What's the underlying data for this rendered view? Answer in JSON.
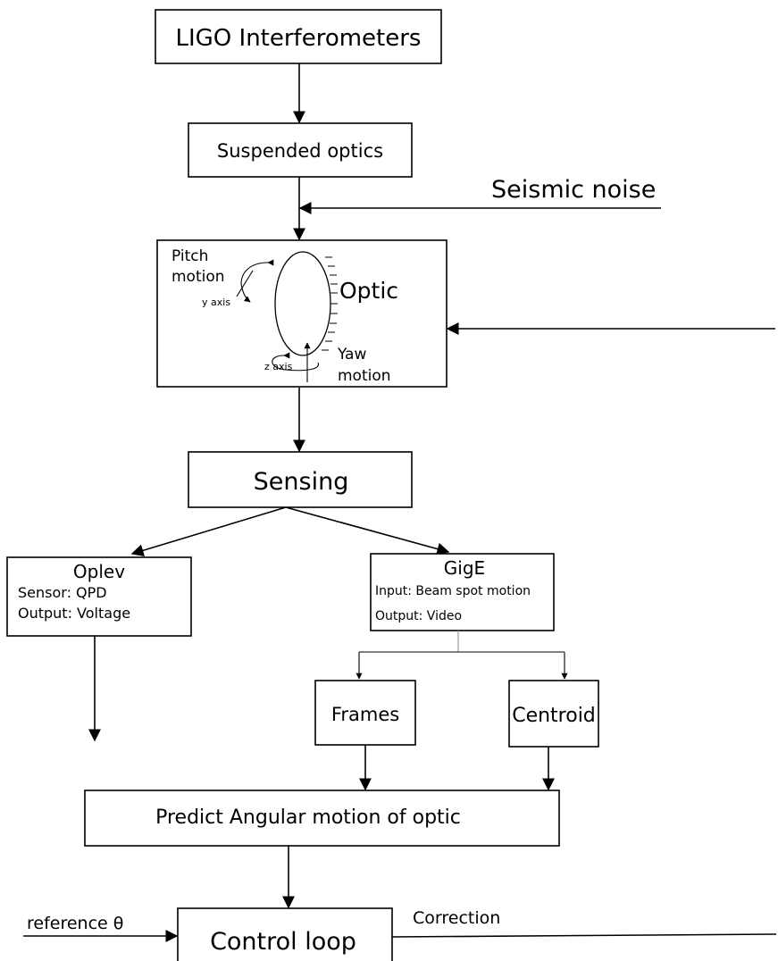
{
  "nodes": {
    "ligo": "LIGO Interferometers",
    "suspended": "Suspended optics",
    "seismic": "Seismic noise",
    "optic_box": {
      "pitch_line1": "Pitch",
      "pitch_line2": "motion",
      "y_axis": "y axis",
      "optic": "Optic",
      "z_axis": "z axis",
      "yaw_line1": "Yaw",
      "yaw_line2": "motion"
    },
    "sensing": "Sensing",
    "oplev": {
      "title": "Oplev",
      "line1": "Sensor: QPD",
      "line2": "Output: Voltage"
    },
    "gige": {
      "title": "GigE",
      "line1": "Input: Beam spot motion",
      "line2": "Output: Video"
    },
    "frames": "Frames",
    "centroid": "Centroid",
    "predict": "Predict Angular motion of optic",
    "control": "Control loop",
    "reference": "reference θ",
    "correction": "Correction"
  },
  "colors": {
    "stroke": "#000000",
    "background": "#ffffff",
    "connector_gray": "#888888"
  }
}
